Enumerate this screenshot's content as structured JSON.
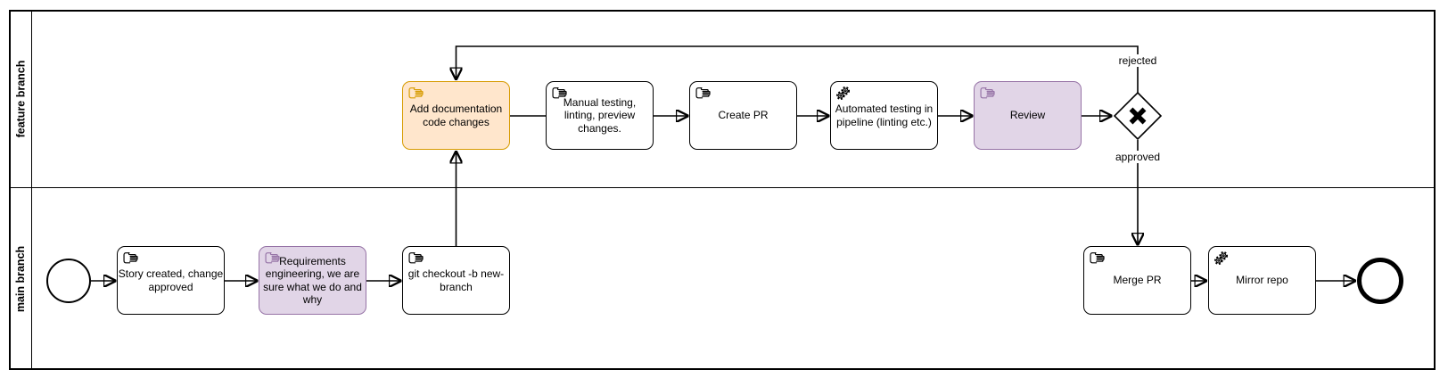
{
  "diagram": {
    "kind": "bpmn-process",
    "lanes": [
      {
        "label": "feature branch"
      },
      {
        "label": "main branch"
      }
    ],
    "nodes": [
      {
        "label": "Add documentation code changes",
        "task_type": "manual",
        "lane": "feature branch",
        "highlight": "orange"
      },
      {
        "label": "Manual testing, linting, preview changes.",
        "task_type": "manual",
        "lane": "feature branch",
        "highlight": "none"
      },
      {
        "label": "Create PR",
        "task_type": "manual",
        "lane": "feature branch",
        "highlight": "none"
      },
      {
        "label": "Automated testing in pipeline (linting etc.)",
        "task_type": "service",
        "lane": "feature branch",
        "highlight": "none"
      },
      {
        "label": "Review",
        "task_type": "manual",
        "lane": "feature branch",
        "highlight": "purple"
      },
      {
        "label": "Story created, change approved",
        "task_type": "manual",
        "lane": "main branch",
        "highlight": "none"
      },
      {
        "label": "Requirements engineering, we are sure what we do and why",
        "task_type": "manual",
        "lane": "main branch",
        "highlight": "purple"
      },
      {
        "label": "git checkout -b new-branch",
        "task_type": "manual",
        "lane": "main branch",
        "highlight": "none"
      },
      {
        "label": "Merge PR",
        "task_type": "manual",
        "lane": "main branch",
        "highlight": "none"
      },
      {
        "label": "Mirror repo",
        "task_type": "service",
        "lane": "main branch",
        "highlight": "none"
      }
    ],
    "gateway": {
      "type": "exclusive-xor",
      "branch_labels": {
        "rejected": "rejected",
        "approved": "approved"
      }
    },
    "events": {
      "start": "start-event",
      "end": "end-event"
    },
    "colors": {
      "highlight_orange_fill": "#ffe6cc",
      "highlight_orange_stroke": "#d79b00",
      "highlight_purple_fill": "#e1d5e7",
      "highlight_purple_stroke": "#9673a6",
      "line": "#000000",
      "task_fill": "#ffffff"
    }
  }
}
